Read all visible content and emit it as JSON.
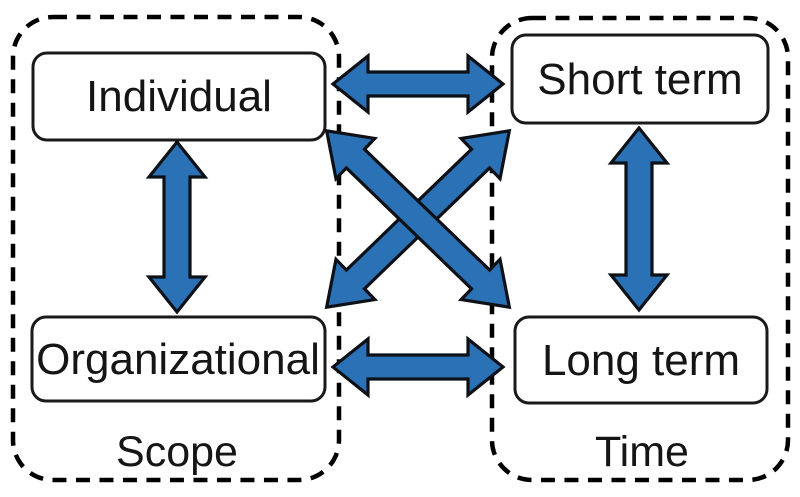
{
  "diagram": {
    "groups": [
      {
        "label": "Scope",
        "boxes": [
          {
            "label": "Individual"
          },
          {
            "label": "Organizational"
          }
        ]
      },
      {
        "label": "Time",
        "boxes": [
          {
            "label": "Short term"
          },
          {
            "label": "Long term"
          }
        ]
      }
    ],
    "arrows": [
      {
        "name": "individual-short-term",
        "type": "double-headed-horizontal"
      },
      {
        "name": "organizational-long-term",
        "type": "double-headed-horizontal"
      },
      {
        "name": "individual-organizational",
        "type": "double-headed-vertical"
      },
      {
        "name": "short-term-long-term",
        "type": "double-headed-vertical"
      },
      {
        "name": "organizational-short-term",
        "type": "double-headed-diagonal"
      },
      {
        "name": "individual-long-term",
        "type": "double-headed-diagonal"
      }
    ],
    "colors": {
      "arrow_fill": "#2a72b5",
      "arrow_outline": "#0d1117",
      "box_border": "#1a1a1a",
      "dash_border": "#000000",
      "text": "#151515",
      "background": "#ffffff"
    }
  }
}
